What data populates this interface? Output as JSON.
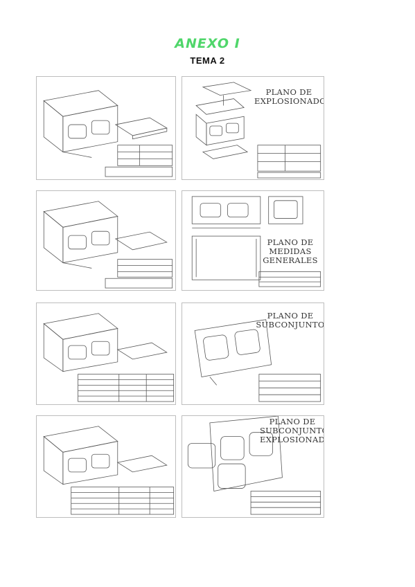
{
  "header": {
    "title": "ANEXO I",
    "subtitle": "TEMA 2"
  },
  "drawings": [
    {
      "label_lines": [
        "PLANO DE",
        "EXPLOSIONADO"
      ]
    },
    {
      "label_lines": [
        "PLANO DE",
        "MEDIDAS",
        "GENERALES"
      ]
    },
    {
      "label_lines": [
        "PLANO DE",
        "SUBCONJUNTO"
      ]
    },
    {
      "label_lines": [
        "PLANO DE",
        "SUBCONJUNTO",
        "EXPLOSIONADO"
      ]
    }
  ]
}
